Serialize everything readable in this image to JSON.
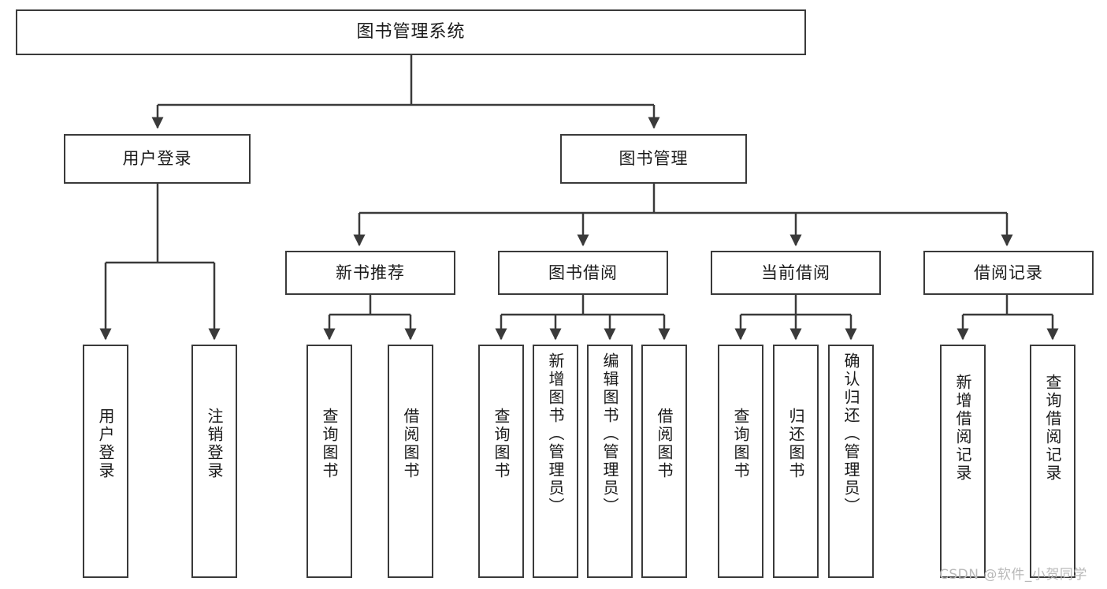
{
  "diagram": {
    "title": "图书管理系统",
    "type": "hierarchy-tree",
    "watermark": "CSDN @软件_小贺同学",
    "accent_color": "#3a3a3a",
    "background_color": "#ffffff",
    "nodes": {
      "root": {
        "label": "图书管理系统"
      },
      "level2": [
        {
          "id": "user-login",
          "label": "用户登录"
        },
        {
          "id": "book-manage",
          "label": "图书管理"
        }
      ],
      "level3": [
        {
          "id": "new-book-recommend",
          "label": "新书推荐"
        },
        {
          "id": "book-borrow",
          "label": "图书借阅"
        },
        {
          "id": "current-borrow",
          "label": "当前借阅"
        },
        {
          "id": "borrow-record",
          "label": "借阅记录"
        }
      ],
      "leaves": {
        "user-login": [
          {
            "id": "leaf-user-login",
            "label": "用户登录"
          },
          {
            "id": "leaf-user-logout",
            "label": "注销登录"
          }
        ],
        "new-book-recommend": [
          {
            "id": "leaf-query-book-1",
            "label": "查询图书"
          },
          {
            "id": "leaf-borrow-book-1",
            "label": "借阅图书"
          }
        ],
        "book-borrow": [
          {
            "id": "leaf-query-book-2",
            "label": "查询图书"
          },
          {
            "id": "leaf-add-book",
            "label": "新增图书（管理员）"
          },
          {
            "id": "leaf-edit-book",
            "label": "编辑图书（管理员）"
          },
          {
            "id": "leaf-borrow-book-2",
            "label": "借阅图书"
          }
        ],
        "current-borrow": [
          {
            "id": "leaf-query-book-3",
            "label": "查询图书"
          },
          {
            "id": "leaf-return-book",
            "label": "归还图书"
          },
          {
            "id": "leaf-confirm-return",
            "label": "确认归还（管理员）"
          }
        ],
        "borrow-record": [
          {
            "id": "leaf-add-record",
            "label": "新增借阅记录"
          },
          {
            "id": "leaf-query-record",
            "label": "查询借阅记录"
          }
        ]
      }
    }
  }
}
